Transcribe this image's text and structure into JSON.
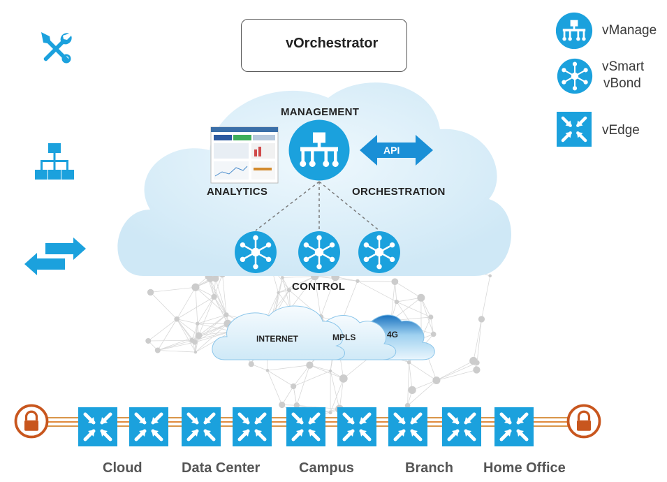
{
  "orchestrator": {
    "label": "vOrchestrator"
  },
  "legend": {
    "vmanage": "vManage",
    "vsmart": "vSmart",
    "vbond": "vBond",
    "vedge": "vEdge"
  },
  "layers": {
    "management": "MANAGEMENT",
    "analytics": "ANALYTICS",
    "orchestration": "ORCHESTRATION",
    "api": "API",
    "control": "CONTROL"
  },
  "transports": {
    "internet": "INTERNET",
    "mpls": "MPLS",
    "lte": "4G"
  },
  "sites": [
    "Cloud",
    "Data Center",
    "Campus",
    "Branch",
    "Home Office"
  ],
  "colors": {
    "accent": "#1ba1dd",
    "accent_dark": "#0e7fc0",
    "cloud": "#dff0fa",
    "lock": "#c8561e",
    "tunnel": "#e08a3c"
  },
  "icons": {
    "left_tools": "tools-icon",
    "left_hierarchy": "hierarchy-icon",
    "left_exchange": "exchange-arrows-icon",
    "management": "vmanage-icon",
    "control": "vsmart-icon",
    "edge": "vedge-icon",
    "lock": "lock-icon"
  }
}
